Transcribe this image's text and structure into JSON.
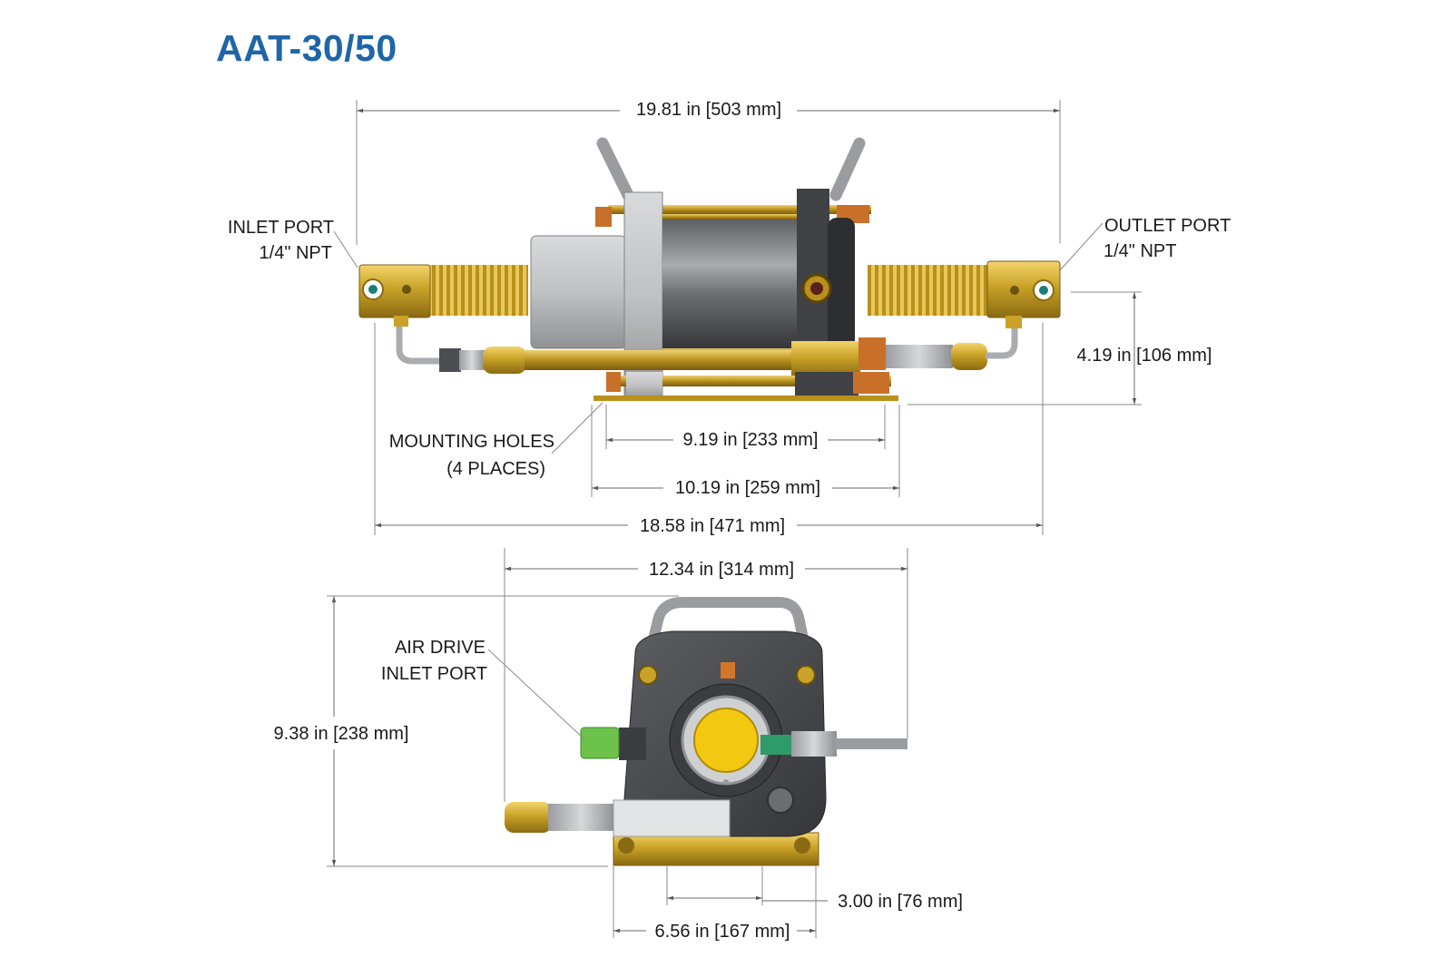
{
  "title": "AAT-30/50",
  "colors": {
    "title": "#1f66a8",
    "brass": "#c9a227",
    "dark_body": "#4a4c50",
    "green_fitting": "#6cc24a",
    "yellow_piston": "#f2c811"
  },
  "labels": {
    "inlet_port_line1": "INLET PORT",
    "inlet_port_line2": "1/4\" NPT",
    "outlet_port_line1": "OUTLET PORT",
    "outlet_port_line2": "1/4\" NPT",
    "mounting_holes_line1": "MOUNTING HOLES",
    "mounting_holes_line2": "(4 PLACES)",
    "air_drive_line1": "AIR DRIVE",
    "air_drive_line2": "INLET PORT"
  },
  "dimensions": {
    "overall_length": "19.81 in [503 mm]",
    "height_side": "4.19 in [106 mm]",
    "mount_inner": "9.19 in [233 mm]",
    "mount_outer": "10.19 in [259 mm]",
    "base_length": "18.58 in [471 mm]",
    "front_width": "12.34 in [314 mm]",
    "front_height": "9.38 in [238 mm]",
    "base_inner": "3.00 in [76 mm]",
    "base_outer": "6.56 in [167 mm]"
  }
}
